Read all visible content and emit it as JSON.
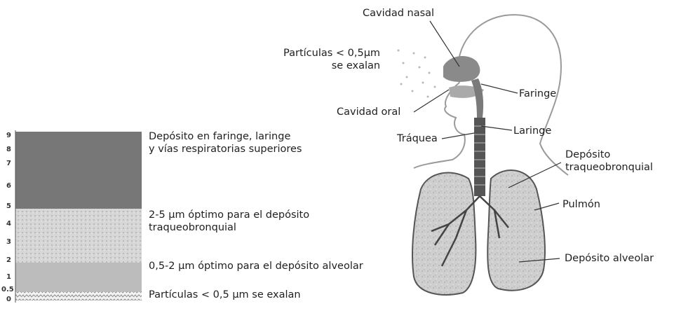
{
  "scale": {
    "ticks": [
      "9",
      "8",
      "7",
      "6",
      "5",
      "4",
      "3",
      "2",
      "1",
      "0.5",
      "0"
    ],
    "bands": [
      {
        "from": 5,
        "to": 9,
        "color": "#777777",
        "label": "Depósito en faringe, laringe\ny vías respiratorias superiores"
      },
      {
        "from": 2,
        "to": 5,
        "color": "#d4d4d4",
        "label": "2-5 µm óptimo para el depósito\ntraqueobronquial"
      },
      {
        "from": 0.5,
        "to": 2,
        "color": "#bcbcbc",
        "label": "0,5-2 µm óptimo para el depósito alveolar"
      },
      {
        "from": 0,
        "to": 0.5,
        "color": "#e8e8e8",
        "label": "Partículas < 0,5 µm se exalan"
      }
    ]
  },
  "anatomy": {
    "cavidad_nasal": "Cavidad nasal",
    "particulas_exhaladas": "Partículas < 0,5µm\nse exalan",
    "faringe": "Faringe",
    "cavidad_oral": "Cavidad oral",
    "traquea": "Tráquea",
    "laringe": "Laringe",
    "deposito_traqueobronquial": "Depósito\ntraqueobronquial",
    "pulmon": "Pulmón",
    "deposito_alveolar": "Depósito alveolar"
  }
}
